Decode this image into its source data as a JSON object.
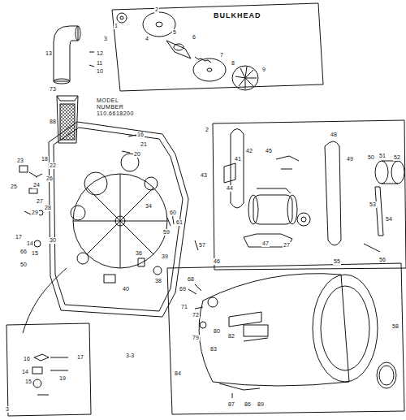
{
  "diagram": {
    "labels": [
      "BULKHEAD",
      "MODEL NUMBER 110.6618200",
      "1",
      "2",
      "3",
      "4",
      "5",
      "6",
      "7",
      "8",
      "9",
      "13",
      "12",
      "11",
      "10",
      "73",
      "88",
      "16",
      "21",
      "20",
      "18",
      "22",
      "23",
      "24",
      "25",
      "26",
      "27",
      "28",
      "29",
      "17",
      "66",
      "14",
      "15",
      "30",
      "50",
      "34",
      "57",
      "40",
      "36",
      "39",
      "38",
      "60",
      "61",
      "59",
      "2",
      "43",
      "41",
      "42",
      "44",
      "45",
      "46",
      "47",
      "48",
      "49",
      "50",
      "51",
      "52",
      "53",
      "54",
      "55",
      "56",
      "27",
      "68",
      "69",
      "72",
      "71",
      "79",
      "80",
      "82",
      "83",
      "84",
      "86",
      "87",
      "89",
      "58",
      "17",
      "16",
      "14",
      "15",
      "19",
      "3-3",
      "3"
    ]
  }
}
